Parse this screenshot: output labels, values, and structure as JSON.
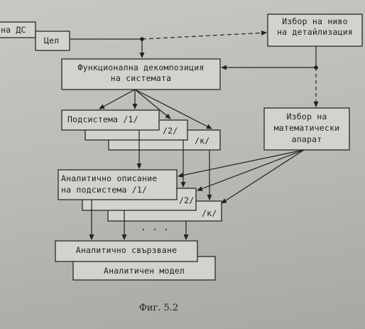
{
  "boxes": {
    "ds": "на ДС",
    "goal": "Цел",
    "detail_level_l1": "Избор на ниво",
    "detail_level_l2": "на детайлизация",
    "decomposition_l1": "Функционална декомпозиция",
    "decomposition_l2": "на системата",
    "subsystem_1": "Подсистема /1/",
    "subsystem_2": "/2/",
    "subsystem_k": "/к/",
    "math_l1": "Избор на",
    "math_l2": "математически",
    "math_l3": "апарат",
    "analytic_l1": "Аналитично описание",
    "analytic_l2": "на подсистема /1/",
    "analytic_2": "/2/",
    "analytic_k": "/к/",
    "dots": ". . .",
    "integration": "Аналитично свързване",
    "model": "Аналитичен модел"
  },
  "caption": "Фиг. 5.2"
}
